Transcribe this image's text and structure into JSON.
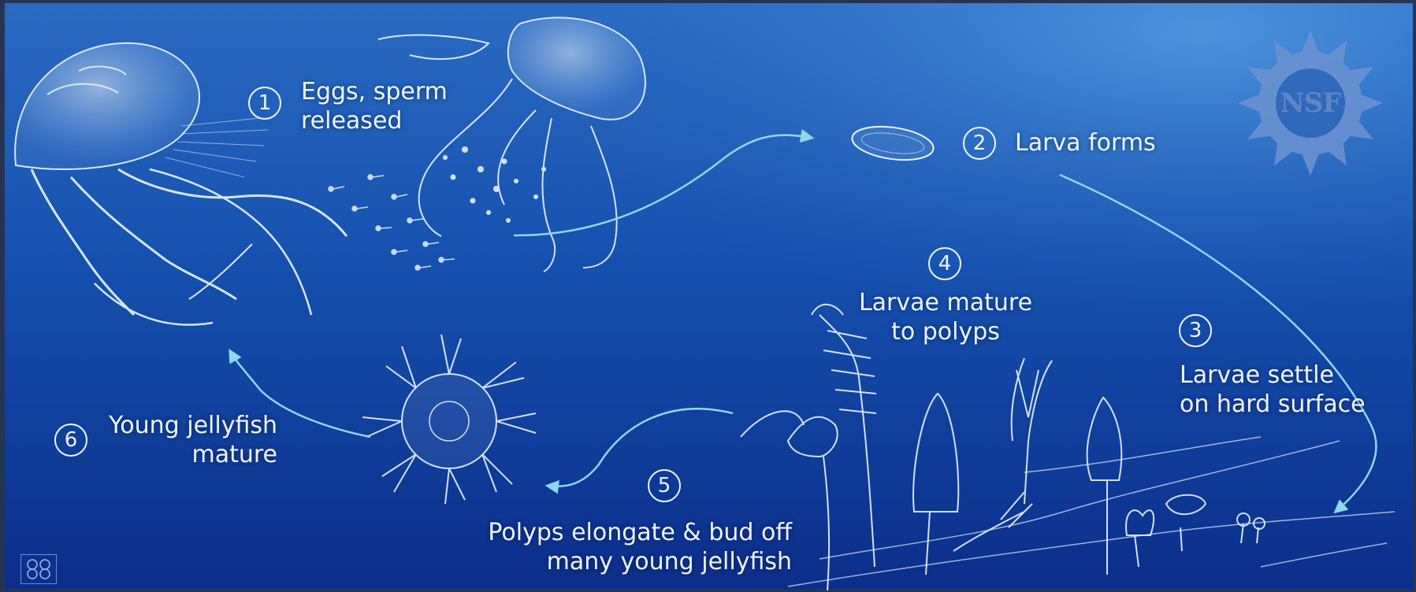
{
  "diagram": {
    "logo_text": "NSF",
    "colors": {
      "background_top": "#2a6bc2",
      "background_bottom": "#0c2e8a",
      "arrow": "#8ed8ee",
      "text": "#eef4ff",
      "logo": "#6d93d1"
    },
    "steps": [
      {
        "number": "1",
        "line1": "Eggs, sperm",
        "line2": "released"
      },
      {
        "number": "2",
        "line1": "Larva forms",
        "line2": ""
      },
      {
        "number": "3",
        "line1": "Larvae settle",
        "line2": "on hard surface"
      },
      {
        "number": "4",
        "line1": "Larvae mature",
        "line2": "to polyps"
      },
      {
        "number": "5",
        "line1": "Polyps elongate & bud off",
        "line2": "many young jellyfish"
      },
      {
        "number": "6",
        "line1": "Young jellyfish",
        "line2": "mature"
      }
    ]
  }
}
